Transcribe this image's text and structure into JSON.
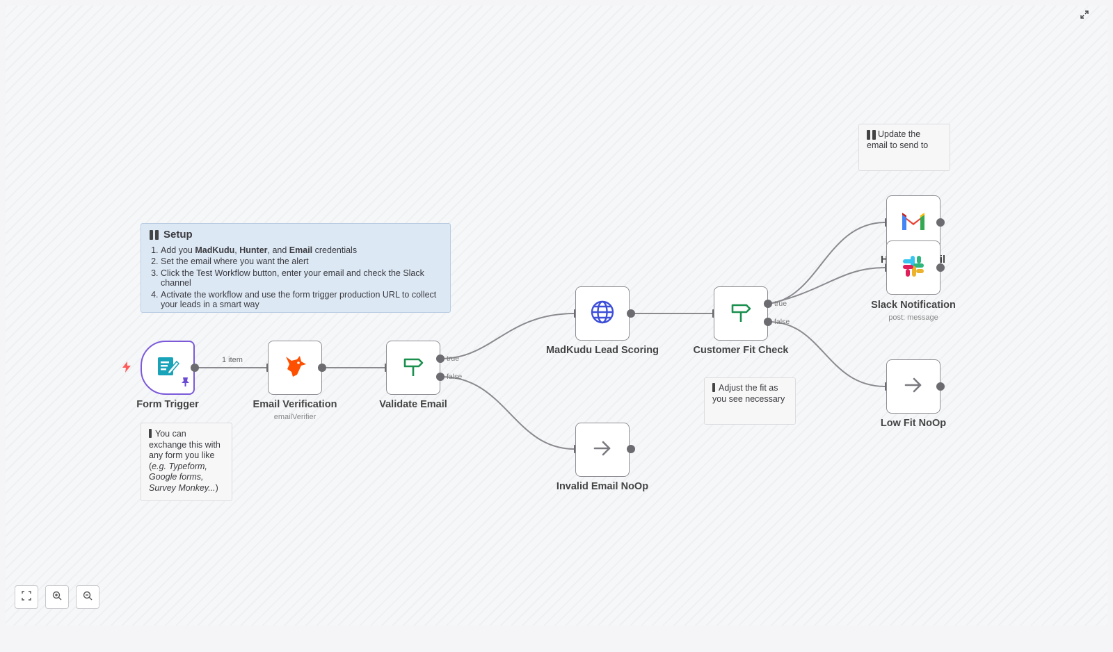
{
  "notes": {
    "setup": {
      "title": "Setup",
      "items": [
        {
          "pre": "Add you ",
          "b1": "MadKudu",
          "m1": ", ",
          "b2": "Hunter",
          "m2": ", and ",
          "b3": "Email",
          "post": " credentials"
        },
        {
          "text": "Set the email where you want the alert"
        },
        {
          "text": "Click the Test Workflow button, enter your email and check the Slack channel"
        },
        {
          "text": "Activate the workflow and use the form trigger production URL to collect your leads in a smart way"
        }
      ]
    },
    "form_hint": {
      "pre": "You can exchange this with any form you like (",
      "italic": "e.g. Typeform, Google forms, Survey Monkey...",
      "post": ")"
    },
    "email_hint": "Update the email to send to",
    "fit_hint": "Adjust the fit as you see necessary"
  },
  "nodes": {
    "form_trigger": {
      "label": "Form Trigger"
    },
    "email_verification": {
      "label": "Email Verification",
      "sub": "emailVerifier"
    },
    "validate_email": {
      "label": "Validate Email"
    },
    "madkudu": {
      "label": "MadKudu Lead Scoring"
    },
    "customer_fit": {
      "label": "Customer Fit Check"
    },
    "gmail": {
      "label_left": "H",
      "label_right": "il"
    },
    "slack": {
      "label": "Slack Notification",
      "sub": "post: message"
    },
    "low_fit": {
      "label": "Low Fit NoOp"
    },
    "invalid_email": {
      "label": "Invalid Email NoOp"
    }
  },
  "branches": {
    "true_label": "true",
    "false_label": "false"
  },
  "edge_items_label": "1 item",
  "colors": {
    "trigger_border": "#7b59d9",
    "hunter_orange": "#ff4f00",
    "if_green": "#1a8f4e",
    "globe_blue": "#3d4fd8",
    "handle_gray": "#6b6b70",
    "setup_bg": "#dde8f5",
    "trigger_bolt": "#ff5a5a"
  },
  "icons": {
    "form_trigger": "form-edit-icon",
    "email_verification": "hunter-fox-icon",
    "validate_email": "if-signpost-icon",
    "madkudu": "globe-icon",
    "customer_fit": "if-signpost-icon",
    "gmail": "gmail-icon",
    "slack": "slack-icon",
    "noop": "arrow-right-icon"
  }
}
